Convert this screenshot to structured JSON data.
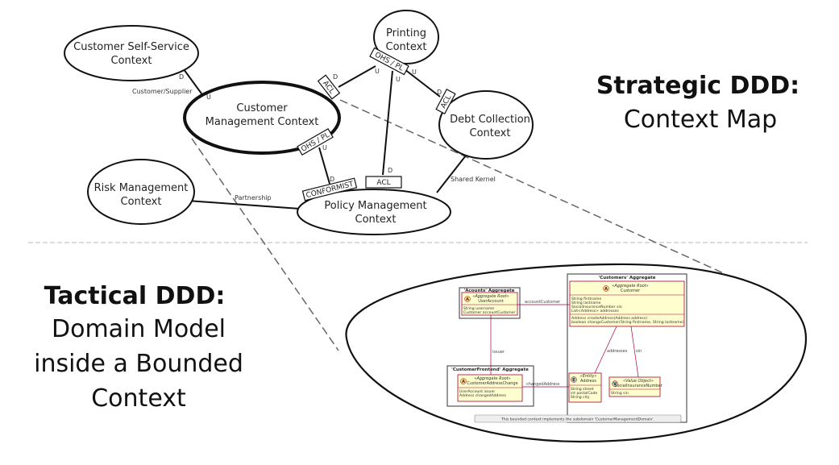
{
  "strategic": {
    "title": "Strategic DDD:",
    "subtitle": "Context Map"
  },
  "tactical": {
    "title": "Tactical DDD:",
    "lines": [
      "Domain Model",
      "inside a Bounded",
      "Context"
    ]
  },
  "contexts": {
    "self_service": [
      "Customer Self-Service",
      "Context"
    ],
    "printing": [
      "Printing",
      "Context"
    ],
    "customer_mgmt": [
      "Customer",
      "Management Context"
    ],
    "debt": [
      "Debt Collection",
      "Context"
    ],
    "risk": [
      "Risk Management",
      "Context"
    ],
    "policy": [
      "Policy Management",
      "Context"
    ]
  },
  "relations": {
    "customer_supplier": "Customer/Supplier",
    "partnership": "Partnership",
    "shared_kernel": "Shared Kernel",
    "downstream": "D",
    "upstream": "U"
  },
  "tags": {
    "acl": "ACL",
    "ohs_pl": "OHS / PL",
    "conformist": "CONFORMIST"
  },
  "domain_model": {
    "accounts": {
      "title": "'Acounts' Aggregate",
      "stereotype": "«Aggregate Root»",
      "name": "UserAccount",
      "attributes": [
        "String username",
        "Customer accountCustomer"
      ]
    },
    "customers": {
      "title": "'Customers' Aggregate",
      "stereotype": "«Aggregate Root»",
      "name": "Customer",
      "attributes": [
        "String firstname",
        "String lastname",
        "SocialInsuranceNumber sin",
        "List<Address> addresses"
      ],
      "methods": [
        "Address createAddress(Address address)",
        "boolean changeCustomer(String firstname, String lastname)"
      ]
    },
    "frontend": {
      "title": "'CustomerFrontend' Aggregate",
      "stereotype": "«Aggregate Root»",
      "name": "CustomerAddressChange",
      "attributes": [
        "UserAccount issuer",
        "Address changedAddress"
      ]
    },
    "address": {
      "stereotype": "«Entity»",
      "name": "Address",
      "attributes": [
        "String street",
        "int postalCode",
        "String city"
      ]
    },
    "sin": {
      "stereotype": "«Value Object»",
      "name": "SocialInsuranceNumber",
      "attributes": [
        "String sin"
      ]
    },
    "links": {
      "account_customer": "accountCustomer",
      "issuer": "issuer",
      "changed_address": "changedAddress",
      "addresses": "addresses",
      "sin": "sin"
    },
    "icons": {
      "aggregate": "A",
      "entity": "E",
      "value_object": "V"
    },
    "note": "This bounded context implements the subdomain 'CustomerManagementDomain'."
  },
  "colors": {
    "class_fill": "#fefece",
    "class_border": "#a80036",
    "link": "#a80036",
    "icon_fill": "#fdd77c",
    "entity_icon": "#add1b2",
    "vo_icon": "#add1b2"
  }
}
